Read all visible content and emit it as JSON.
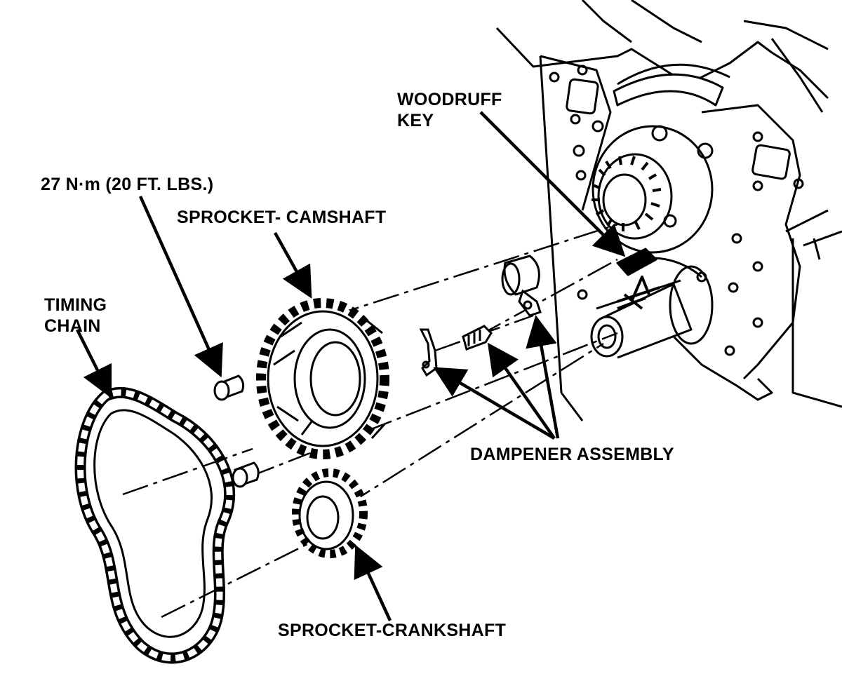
{
  "labels": {
    "woodruff_key": [
      "WOODRUFF",
      "KEY"
    ],
    "torque": "27 N·m (20 FT. LBS.)",
    "sprocket_camshaft": "SPROCKET- CAMSHAFT",
    "timing_chain": [
      "TIMING",
      "CHAIN"
    ],
    "dampener_assembly": "DAMPENER ASSEMBLY",
    "sprocket_crankshaft": "SPROCKET-CRANKSHAFT"
  },
  "colors": {
    "ink": "#000000",
    "paper": "#ffffff"
  }
}
